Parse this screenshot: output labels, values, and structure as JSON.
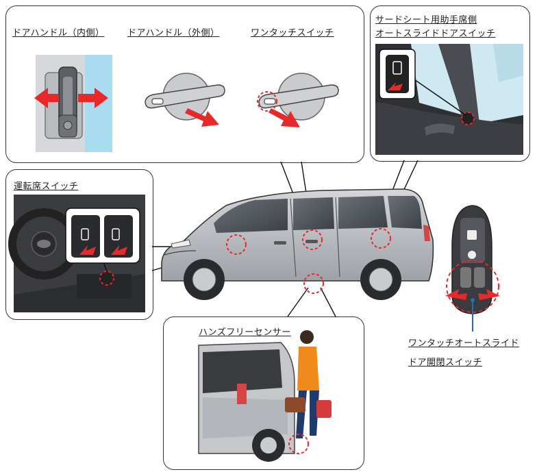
{
  "labels": {
    "door_handle_inner": "ドアハンドル（内側）",
    "door_handle_outer": "ドアハンドル（外側）",
    "one_touch_switch": "ワンタッチスイッチ",
    "third_seat_switch_line1": "サードシート用助手席側",
    "third_seat_switch_line2": "オートスライドドアスイッチ",
    "driver_seat_switch": "運転席スイッチ",
    "handsfree_sensor": "ハンズフリーセンサー",
    "key_switch_line1": "ワンタッチオートスライド",
    "key_switch_line2": "ドア開閉スイッチ"
  },
  "colors": {
    "car_body": "#b9bcc0",
    "arrow_red": "#e8292a",
    "highlight_dash": "#e8292a",
    "glass_blue": "#a9dcef",
    "dark_interior": "#3a3a3c",
    "key_connector": "#2b6cb3"
  },
  "icons": [
    "door-handle-inner-icon",
    "door-handle-outer-icon",
    "one-touch-switch-icon",
    "car-icon",
    "smart-key-icon",
    "person-icon"
  ]
}
